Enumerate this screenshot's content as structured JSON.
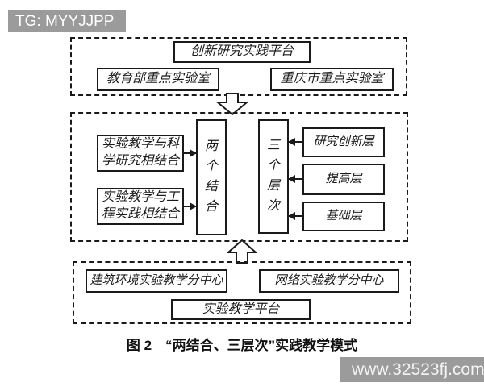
{
  "watermarks": {
    "top_left": "TG: MYYJJPP",
    "bottom_right": "www.32523fj.com"
  },
  "diagram": {
    "top_section": {
      "platform": "创新研究实践平台",
      "left_lab": "教育部重点实验室",
      "right_lab": "重庆市重点实验室"
    },
    "middle_section": {
      "combination_items": [
        "实验教学与科学研究相结合",
        "实验教学与工程实践相结合"
      ],
      "combinations_label": "两个结合",
      "levels_label": "三个层次",
      "level_items": [
        "研究创新层",
        "提高层",
        "基础层"
      ]
    },
    "bottom_section": {
      "left_center": "建筑环境实验教学分中心",
      "right_center": "网络实验教学分中心",
      "platform": "实验教学平台"
    },
    "caption": "图 2　“两结合、三层次”实践教学模式"
  },
  "icons": {
    "down_arrow": "down-block-arrow",
    "up_arrow": "up-block-arrow"
  },
  "colors": {
    "line": "#1a1a1a",
    "watermark_bg": "#9b9b9b",
    "background": "#ffffff"
  }
}
